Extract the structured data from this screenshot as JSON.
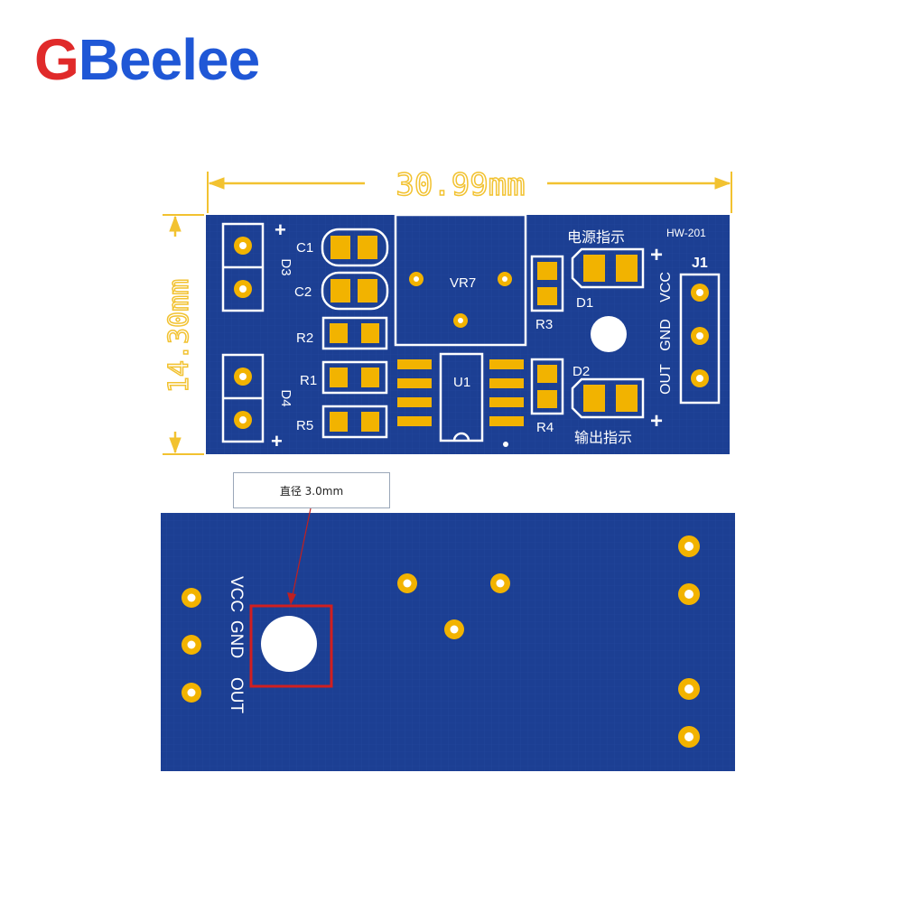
{
  "brand": {
    "logo_first": "G",
    "logo_rest": "Beelee",
    "color_first": "#e02a2a",
    "color_rest": "#1f57d6"
  },
  "dimensions": {
    "width_label": "30.99mm",
    "height_label": "14.30mm",
    "dim_color": "#f2c230"
  },
  "pcb_front": {
    "board_color": "#1c3f93",
    "pad_color": "#f2b300",
    "labels": {
      "c1": "C1",
      "c2": "C2",
      "r1": "R1",
      "r2": "R2",
      "r3": "R3",
      "r4": "R4",
      "r5": "R5",
      "d1": "D1",
      "d2": "D2",
      "d3": "D3",
      "d4": "D4",
      "u1": "U1",
      "vr7": "VR7",
      "j1": "J1",
      "model": "HW-201",
      "power_indicator": "电源指示",
      "output_indicator": "输出指示",
      "pin_vcc": "VCC",
      "pin_gnd": "GND",
      "pin_out": "OUT",
      "plus": "+"
    }
  },
  "pcb_back": {
    "labels": {
      "pin_vcc": "VCC",
      "pin_gnd": "GND",
      "pin_out": "OUT"
    },
    "callout_text": "直径 3.0mm",
    "highlight_color": "#d11f1f"
  }
}
